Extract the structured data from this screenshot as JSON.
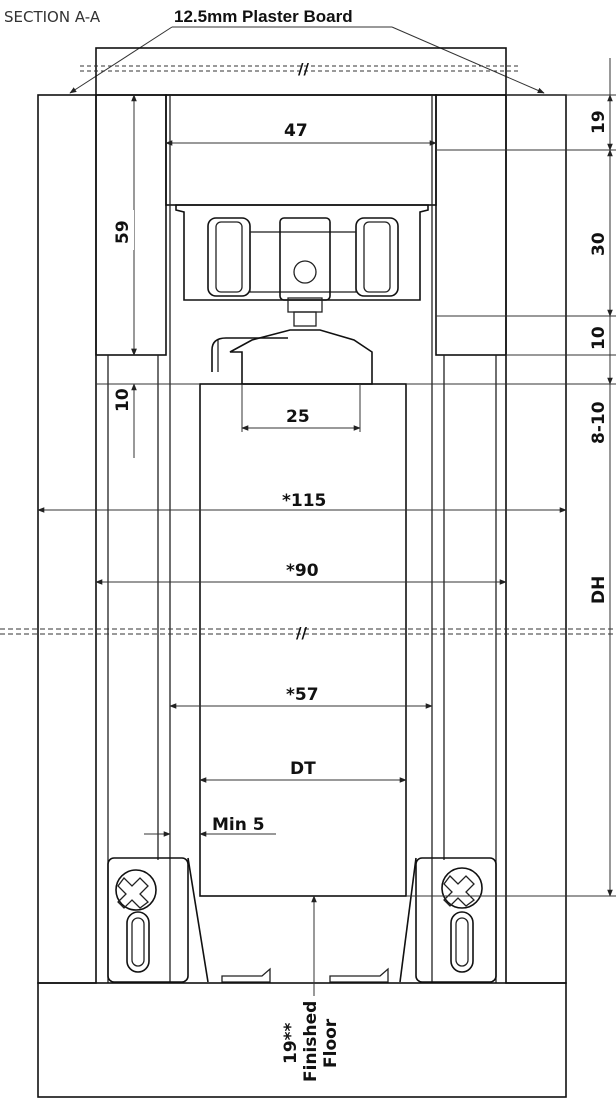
{
  "title": {
    "section": "SECTION A-A",
    "material": "12.5mm Plaster Board"
  },
  "dimensions": {
    "d47": "47",
    "d59": "59",
    "d10_left": "10",
    "d25": "25",
    "d115": "*115",
    "d90": "*90",
    "d57": "*57",
    "dt": "DT",
    "min5": "Min 5",
    "d19_top": "19",
    "d30": "30",
    "d10_right": "10",
    "d8_10": "8-10",
    "dh": "DH",
    "floor_19": "19**",
    "floor_finished": "Finished",
    "floor_floor": "Floor"
  }
}
